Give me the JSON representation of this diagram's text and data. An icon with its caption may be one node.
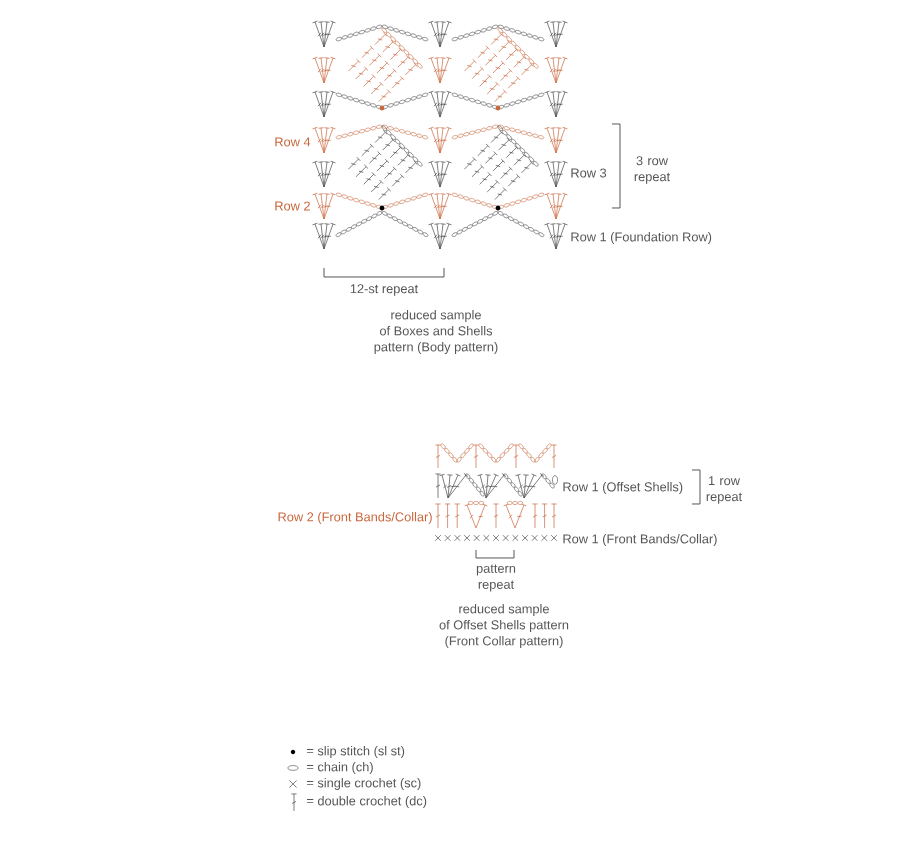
{
  "diagram": {
    "labels": [
      "Row 4",
      "Row 3",
      "3 row repeat",
      "Row 2",
      "Row 1 (Foundation Row)",
      "12-st repeat",
      "reduced sample of Boxes and Shells pattern (Body pattern)",
      "Row 1 (Offset Shells)",
      "1 row repeat",
      "Row 2 (Front Bands/Collar)",
      "Row 1 (Front Bands/Collar)",
      "pattern repeat",
      "reduced sample of Offset Shells pattern (Front Collar pattern)"
    ],
    "legend": [
      {
        "text": "= slip stitch (sl st)"
      },
      {
        "text": "= chain (ch)"
      },
      {
        "text": "= single crochet (sc)"
      },
      {
        "text": "= double crochet (dc)"
      }
    ]
  }
}
